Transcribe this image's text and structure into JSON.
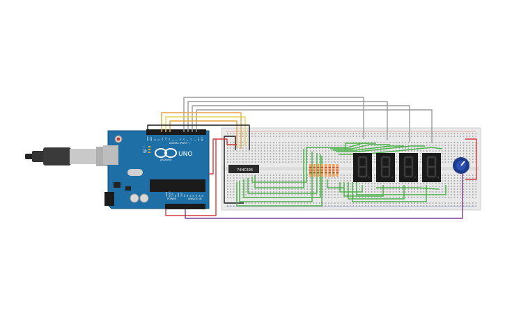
{
  "board": {
    "digital_header_label": "DIGITAL (PWM~)",
    "uno_label": "UNO",
    "arduino_label": "ARDUINO",
    "power_label": "POWER",
    "analog_label": "ANALOG IN",
    "top_pins": [
      "AREF",
      "GND",
      "13",
      "12",
      "~11",
      "~10",
      "~9",
      "8",
      "7",
      "~6",
      "~5",
      "4",
      "~3",
      "2",
      "TX 1",
      "RX 0"
    ],
    "bottom_pins": [
      "IOREF",
      "RESET",
      "3.3V",
      "5V",
      "GND",
      "GND",
      "Vin",
      "A0",
      "A1",
      "A2",
      "A3",
      "A4",
      "A5"
    ],
    "indicator_labels": [
      "L",
      "TX",
      "RX"
    ],
    "on_label": "ON"
  },
  "chip": {
    "label": "74HC595"
  },
  "display": {
    "digit_count": 4
  },
  "colors": {
    "board_blue": "#1e6fa5",
    "breadboard": "#e9e9e9",
    "wire_green": "#4cb34a",
    "wire_gray": "#9a9a9a",
    "wire_orange": "#e8a33c",
    "wire_yellow": "#e8d24a",
    "wire_red": "#d93838",
    "wire_black": "#1a1a1a",
    "wire_purple": "#7a3b8f",
    "segment_off": "#3c3c3c",
    "resistor_body": "#f2a05a"
  }
}
